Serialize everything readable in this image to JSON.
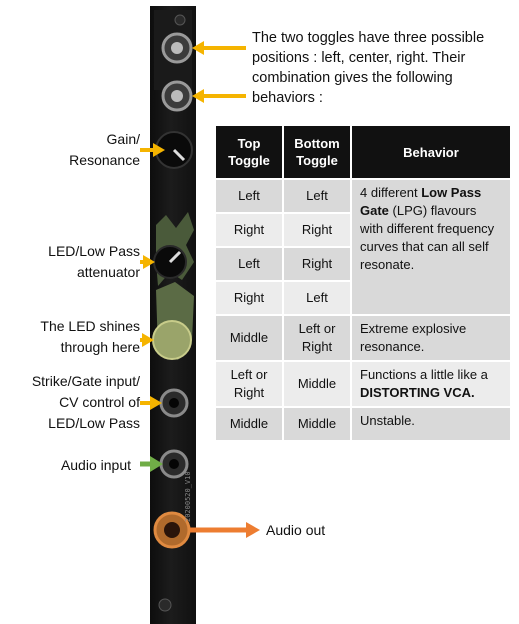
{
  "intro_text": "The two toggles have three possible positions : left, center, right. Their combination gives the following behaviors :",
  "labels": {
    "gain": [
      "Gain/",
      "Resonance"
    ],
    "led_attenuator": [
      "LED/Low Pass",
      "attenuator"
    ],
    "led_shines": [
      "The LED shines",
      "through here"
    ],
    "strike": [
      "Strike/Gate input/",
      "CV control of",
      "LED/Low Pass"
    ],
    "audio_in": "Audio input",
    "audio_out": "Audio out"
  },
  "table": {
    "headers": [
      [
        "Top",
        "Toggle"
      ],
      [
        "Bottom",
        "Toggle"
      ],
      [
        "Behavior"
      ]
    ],
    "lpg_rows": [
      [
        "Left",
        "Left"
      ],
      [
        "Right",
        "Right"
      ],
      [
        "Left",
        "Right"
      ],
      [
        "Right",
        "Left"
      ]
    ],
    "lpg_desc": [
      "4 different ",
      "Low Pass Gate",
      " (LPG) flavours with different frequency curves that can all self resonate."
    ],
    "middle_row": {
      "top": "Middle",
      "bottom": [
        "Left or",
        "Right"
      ],
      "desc": "Extreme explosive resonance."
    },
    "vca_row": {
      "top": [
        "Left or",
        "Right"
      ],
      "bottom": "Middle",
      "desc": "Functions a little like a ",
      "desc_bold": "DISTORTING VCA."
    },
    "unstable_row": {
      "top": "Middle",
      "bottom": "Middle",
      "desc": "Unstable."
    }
  },
  "serial_text": "20200520_V10",
  "colors": {
    "yellow": "#f5b400",
    "green": "#70ad47",
    "orange": "#ed7d31",
    "header_bg": "#111111",
    "cell_bg": "#d9d9d9",
    "cell_alt": "#ececec"
  }
}
